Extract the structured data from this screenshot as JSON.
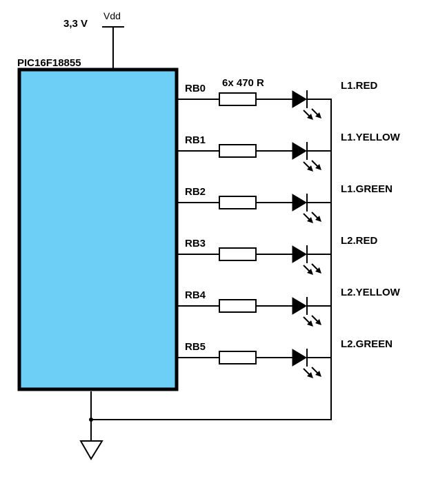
{
  "supply": {
    "voltage": "3,3 V",
    "rail": "Vdd"
  },
  "chip": {
    "name": "PIC16F18855",
    "fill_color": "#6ecff6"
  },
  "resistor_label": "6x 470 R",
  "channels": [
    {
      "pin": "RB0",
      "led": "L1.RED"
    },
    {
      "pin": "RB1",
      "led": "L1.YELLOW"
    },
    {
      "pin": "RB2",
      "led": "L1.GREEN"
    },
    {
      "pin": "RB3",
      "led": "L2.RED"
    },
    {
      "pin": "RB4",
      "led": "L2.YELLOW"
    },
    {
      "pin": "RB5",
      "led": "L2.GREEN"
    }
  ],
  "ground": {
    "icon": "ground-icon"
  }
}
